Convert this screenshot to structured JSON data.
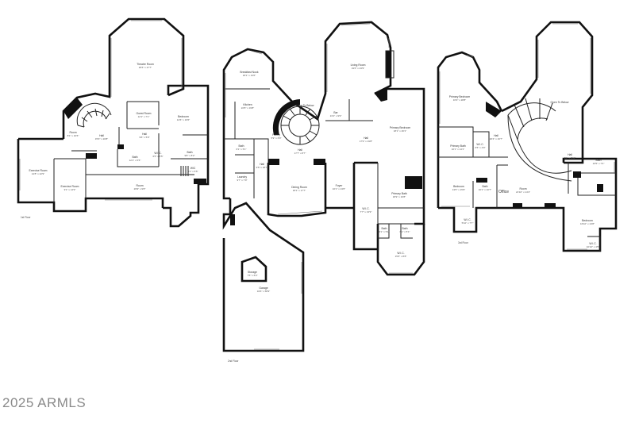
{
  "watermark": "2025 ARMLS",
  "floors": [
    {
      "floor_label": "1st Floor",
      "rooms": [
        {
          "name": "Theatre Room",
          "dims": "26'6\" x 27'7\""
        },
        {
          "name": "Guest Room",
          "dims": "12'1\" x 7'1\""
        },
        {
          "name": "Bedroom",
          "dims": "14'6\" x 16'6\""
        },
        {
          "name": "Room",
          "dims": "8'1\" x 10'6\""
        },
        {
          "name": "Hall",
          "dims": "15'9\" x 20'8\""
        },
        {
          "name": "Hall",
          "dims": "9'6\" x 5'9\""
        },
        {
          "name": "Bath",
          "dims": "12'1\" x 5'5\""
        },
        {
          "name": "W.I.C.",
          "dims": "6'5\" x 5'5\""
        },
        {
          "name": "Bath",
          "dims": "9'8\" x 8'2\""
        },
        {
          "name": "Exercise Room",
          "dims": "14'8\" x 22'9\""
        },
        {
          "name": "Exercise Room",
          "dims": "9'1\" x 14'9\""
        },
        {
          "name": "Room",
          "dims": "29'9\" x 9'8\""
        },
        {
          "name": "WIC",
          "dims": "6'1\" x 5'5\""
        }
      ]
    },
    {
      "floor_label": "2nd Floor",
      "rooms": [
        {
          "name": "Breakfast Nook",
          "dims": "18'1\" x 13'6\""
        },
        {
          "name": "Kitchen",
          "dims": "22'8\" x 19'8\""
        },
        {
          "name": "Open To Below",
          "dims": ""
        },
        {
          "name": "Living Room",
          "dims": "19'6\" x 23'9\""
        },
        {
          "name": "Bar",
          "dims": "13'1\" x 9'9\""
        },
        {
          "name": "Pantry",
          "dims": "5'9\" x 6'9\""
        },
        {
          "name": "Hall",
          "dims": "17'7\" x 8'7\""
        },
        {
          "name": "Hall",
          "dims": "17'9\" x 19'8\""
        },
        {
          "name": "Primary Bedroom",
          "dims": "18'1\" x 26'1\""
        },
        {
          "name": "Bath",
          "dims": "6'1\" x 5'1\""
        },
        {
          "name": "Laundry",
          "dims": "9'7\" x 7'9\""
        },
        {
          "name": "Hall",
          "dims": "9'6\" x 18'7\""
        },
        {
          "name": "Dining Room",
          "dims": "18'1\" x 17'7\""
        },
        {
          "name": "Foyer",
          "dims": "10'1\" x 13'6\""
        },
        {
          "name": "Primary Bath",
          "dims": "18'9\" x 16'8\""
        },
        {
          "name": "W.I.C.",
          "dims": "7'7\" x 13'9\""
        },
        {
          "name": "Bath",
          "dims": "6'1\" x 5'1\""
        },
        {
          "name": "Bath",
          "dims": "6'1\" x 5'1\""
        },
        {
          "name": "W.I.C.",
          "dims": "15'6\" x 8'8\""
        },
        {
          "name": "Storage",
          "dims": "7'5\" x 6'4\""
        },
        {
          "name": "Garage",
          "dims": "34'6\" x 58'9\""
        }
      ]
    },
    {
      "floor_label": "3rd Floor",
      "office_label": "Office",
      "rooms": [
        {
          "name": "Primary Bedroom",
          "dims": "16'9\" x 28'8\""
        },
        {
          "name": "Open To Below",
          "dims": ""
        },
        {
          "name": "Primary Bath",
          "dims": "10'1\" x 14'1\""
        },
        {
          "name": "W.I.C.",
          "dims": "6'5\" x 4'9\""
        },
        {
          "name": "Hall",
          "dims": "20'4\" x 16'7\""
        },
        {
          "name": "Bedroom",
          "dims": "13'5\" x 15'9\""
        },
        {
          "name": "Bath",
          "dims": "10'1\" x 10'7\""
        },
        {
          "name": "Room",
          "dims": "21'10\" x 14'4\""
        },
        {
          "name": "W.I.C.",
          "dims": "5'10\" x 7'7\""
        },
        {
          "name": "Hall",
          "dims": "8'1\" x 9'11\""
        },
        {
          "name": "Bath",
          "dims": "10'5\" x 7'4\""
        },
        {
          "name": "Bedroom",
          "dims": "16'10\" x 13'8\""
        },
        {
          "name": "W.I.C.",
          "dims": "10'10\" x 4'5\""
        }
      ]
    }
  ]
}
